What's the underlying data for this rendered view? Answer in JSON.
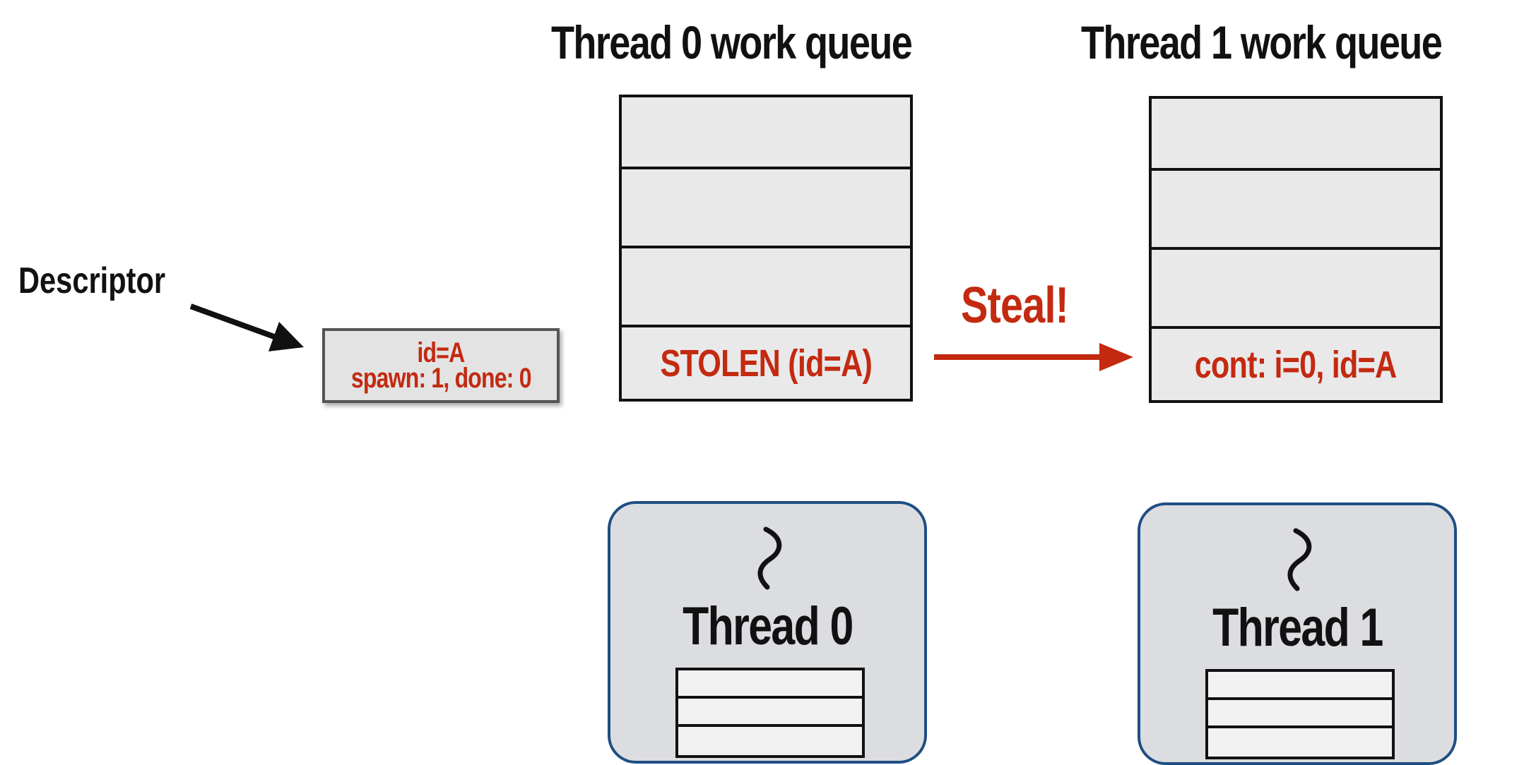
{
  "queues": [
    {
      "title": "Thread 0 work queue",
      "bottom_slot": "STOLEN (id=A)"
    },
    {
      "title": "Thread 1 work queue",
      "bottom_slot": "cont: i=0, id=A"
    }
  ],
  "descriptor": {
    "label": "Descriptor",
    "line1": "id=A",
    "line2": "spawn: 1, done: 0"
  },
  "steal": {
    "label": "Steal!"
  },
  "threads": [
    {
      "name": "Thread 0"
    },
    {
      "name": "Thread 1"
    }
  ],
  "colors": {
    "accent_red": "#c32a10",
    "thread_border": "#1f4e82",
    "box_fill": "#e9e9ea"
  }
}
